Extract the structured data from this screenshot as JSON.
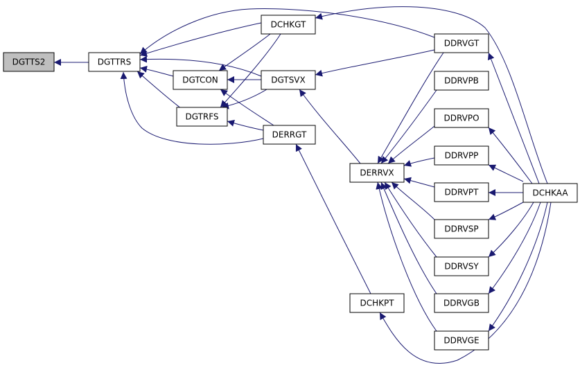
{
  "graph": {
    "edge_color": "#191970",
    "root_fill": "#bfbfbf",
    "node_fill": "#ffffff",
    "nodes": [
      {
        "id": "DGTTS2",
        "label": "DGTTS2",
        "root": true
      },
      {
        "id": "DGTTRS",
        "label": "DGTTRS"
      },
      {
        "id": "DCHKGT",
        "label": "DCHKGT"
      },
      {
        "id": "DGTCON",
        "label": "DGTCON"
      },
      {
        "id": "DGTSVX",
        "label": "DGTSVX"
      },
      {
        "id": "DGTRFS",
        "label": "DGTRFS"
      },
      {
        "id": "DERRGT",
        "label": "DERRGT"
      },
      {
        "id": "DDRVGT",
        "label": "DDRVGT"
      },
      {
        "id": "DDRVPB",
        "label": "DDRVPB"
      },
      {
        "id": "DDRVPO",
        "label": "DDRVPO"
      },
      {
        "id": "DERRVX",
        "label": "DERRVX"
      },
      {
        "id": "DDRVPP",
        "label": "DDRVPP"
      },
      {
        "id": "DDRVPT",
        "label": "DDRVPT"
      },
      {
        "id": "DCHKAA",
        "label": "DCHKAA"
      },
      {
        "id": "DDRVSP",
        "label": "DDRVSP"
      },
      {
        "id": "DDRVSY",
        "label": "DDRVSY"
      },
      {
        "id": "DCHKPT",
        "label": "DCHKPT"
      },
      {
        "id": "DDRVGB",
        "label": "DDRVGB"
      },
      {
        "id": "DDRVGE",
        "label": "DDRVGE"
      }
    ],
    "edges": [
      {
        "from": "DGTTRS",
        "to": "DGTTS2"
      },
      {
        "from": "DCHKGT",
        "to": "DGTTRS"
      },
      {
        "from": "DDRVGT",
        "to": "DGTTRS"
      },
      {
        "from": "DGTSVX",
        "to": "DGTTRS"
      },
      {
        "from": "DGTCON",
        "to": "DGTTRS"
      },
      {
        "from": "DGTRFS",
        "to": "DGTTRS"
      },
      {
        "from": "DERRGT",
        "to": "DGTTRS"
      },
      {
        "from": "DCHKAA",
        "to": "DCHKGT"
      },
      {
        "from": "DCHKGT",
        "to": "DGTCON"
      },
      {
        "from": "DGTSVX",
        "to": "DGTCON"
      },
      {
        "from": "DERRGT",
        "to": "DGTCON"
      },
      {
        "from": "DCHKGT",
        "to": "DGTRFS"
      },
      {
        "from": "DGTSVX",
        "to": "DGTRFS"
      },
      {
        "from": "DERRGT",
        "to": "DGTRFS"
      },
      {
        "from": "DDRVGT",
        "to": "DGTSVX"
      },
      {
        "from": "DERRVX",
        "to": "DGTSVX"
      },
      {
        "from": "DCHKPT",
        "to": "DERRGT"
      },
      {
        "from": "DCHKAA",
        "to": "DDRVGT"
      },
      {
        "from": "DCHKAA",
        "to": "DDRVPO"
      },
      {
        "from": "DCHKAA",
        "to": "DDRVPP"
      },
      {
        "from": "DCHKAA",
        "to": "DDRVPT"
      },
      {
        "from": "DCHKAA",
        "to": "DDRVSP"
      },
      {
        "from": "DCHKAA",
        "to": "DDRVSY"
      },
      {
        "from": "DCHKAA",
        "to": "DDRVGB"
      },
      {
        "from": "DCHKAA",
        "to": "DDRVGE"
      },
      {
        "from": "DCHKAA",
        "to": "DCHKPT"
      },
      {
        "from": "DDRVGT",
        "to": "DERRVX"
      },
      {
        "from": "DDRVPB",
        "to": "DERRVX"
      },
      {
        "from": "DDRVPO",
        "to": "DERRVX"
      },
      {
        "from": "DDRVPP",
        "to": "DERRVX"
      },
      {
        "from": "DDRVPT",
        "to": "DERRVX"
      },
      {
        "from": "DDRVSP",
        "to": "DERRVX"
      },
      {
        "from": "DDRVSY",
        "to": "DERRVX"
      },
      {
        "from": "DDRVGB",
        "to": "DERRVX"
      },
      {
        "from": "DDRVGE",
        "to": "DERRVX"
      }
    ]
  }
}
